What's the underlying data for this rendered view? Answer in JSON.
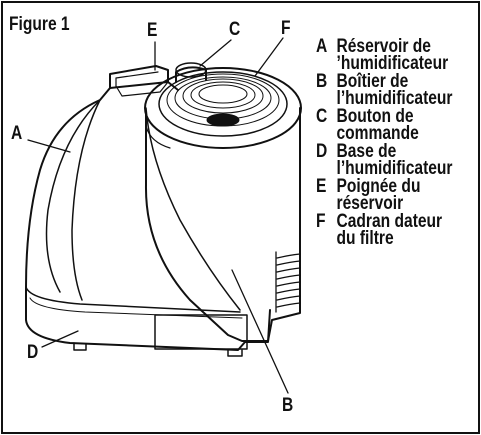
{
  "figure_title": "Figure 1",
  "callouts": {
    "A": "A",
    "B": "B",
    "C": "C",
    "D": "D",
    "E": "E",
    "F": "F"
  },
  "legend": [
    {
      "key": "A",
      "lines": [
        "Réservoir de",
        "’humidificateur"
      ]
    },
    {
      "key": "B",
      "lines": [
        "Boîtier de",
        "l’humidificateur"
      ]
    },
    {
      "key": "C",
      "lines": [
        "Bouton de",
        "commande"
      ]
    },
    {
      "key": "D",
      "lines": [
        "Base de",
        "l’humidificateur"
      ]
    },
    {
      "key": "E",
      "lines": [
        "Poignée du",
        "réservoir"
      ]
    },
    {
      "key": "F",
      "lines": [
        "Cadran dateur",
        "du filtre"
      ]
    }
  ]
}
